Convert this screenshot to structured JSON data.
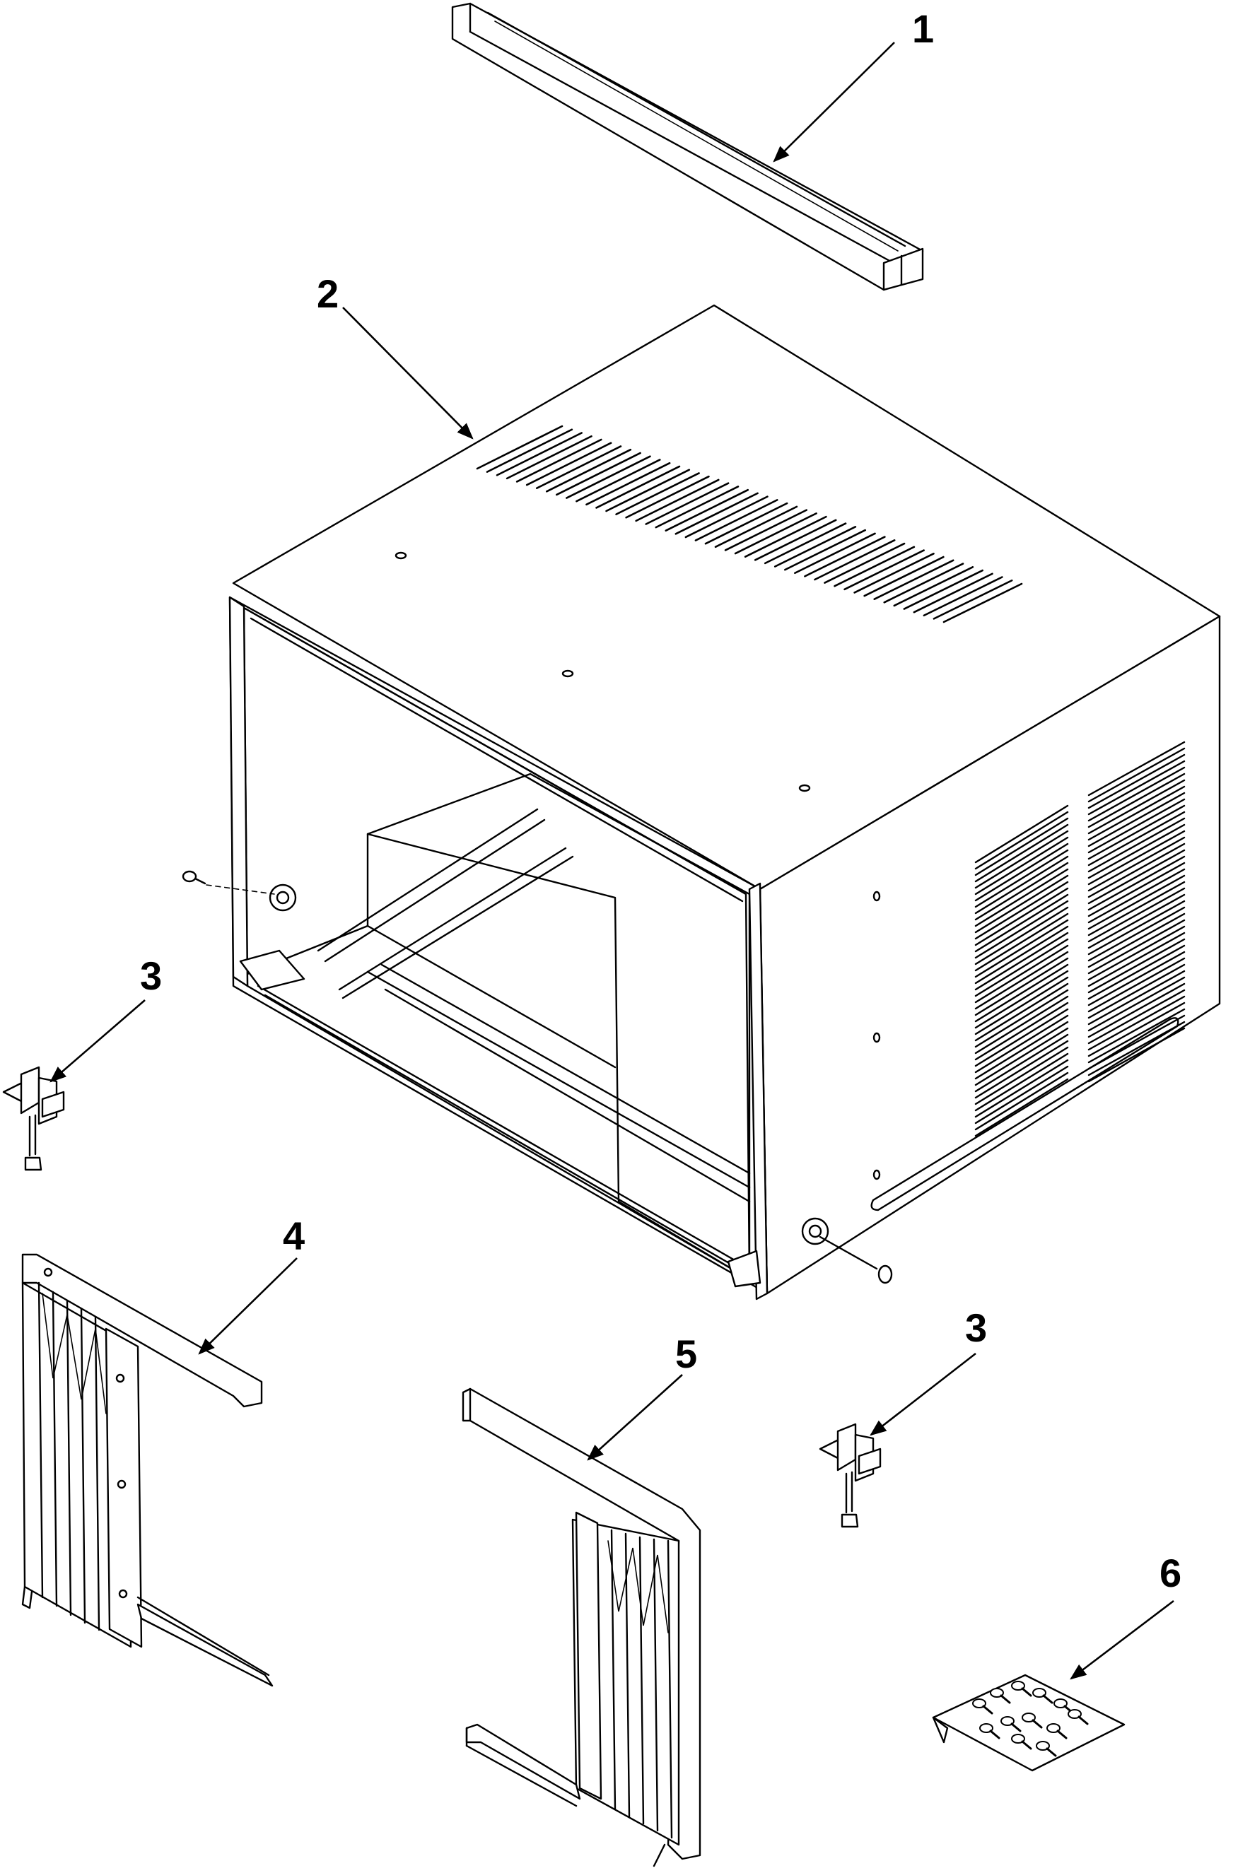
{
  "diagram": {
    "callouts": [
      {
        "id": "1",
        "label": "1"
      },
      {
        "id": "2",
        "label": "2"
      },
      {
        "id": "3a",
        "label": "3"
      },
      {
        "id": "3b",
        "label": "3"
      },
      {
        "id": "4",
        "label": "4"
      },
      {
        "id": "5",
        "label": "5"
      },
      {
        "id": "6",
        "label": "6"
      }
    ]
  }
}
